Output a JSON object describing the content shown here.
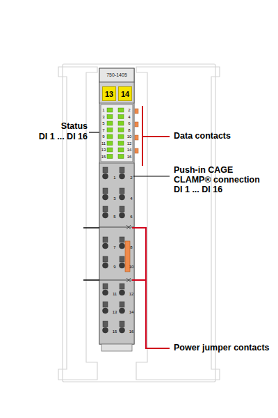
{
  "diagram": {
    "nodes": [
      {
        "text": [
          "13"
        ]
      },
      {
        "text": [
          "14"
        ]
      }
    ],
    "labels": [
      "750-1405",
      "1",
      "2",
      "3",
      "4",
      "5",
      "6",
      "7",
      "8",
      "9",
      "10",
      "11",
      "12",
      "13",
      "14",
      "15",
      "16",
      "1",
      "2",
      "3",
      "4",
      "5",
      "6",
      "7",
      "8",
      "9",
      "10",
      "11",
      "12",
      "13",
      "14",
      "15",
      "16",
      "Status",
      "DI 1 ... DI 16",
      "Data contacts",
      "Push-in CAGE CLAMP® connection",
      "DI 1 ... DI 16",
      "Power jumper contacts"
    ]
  }
}
